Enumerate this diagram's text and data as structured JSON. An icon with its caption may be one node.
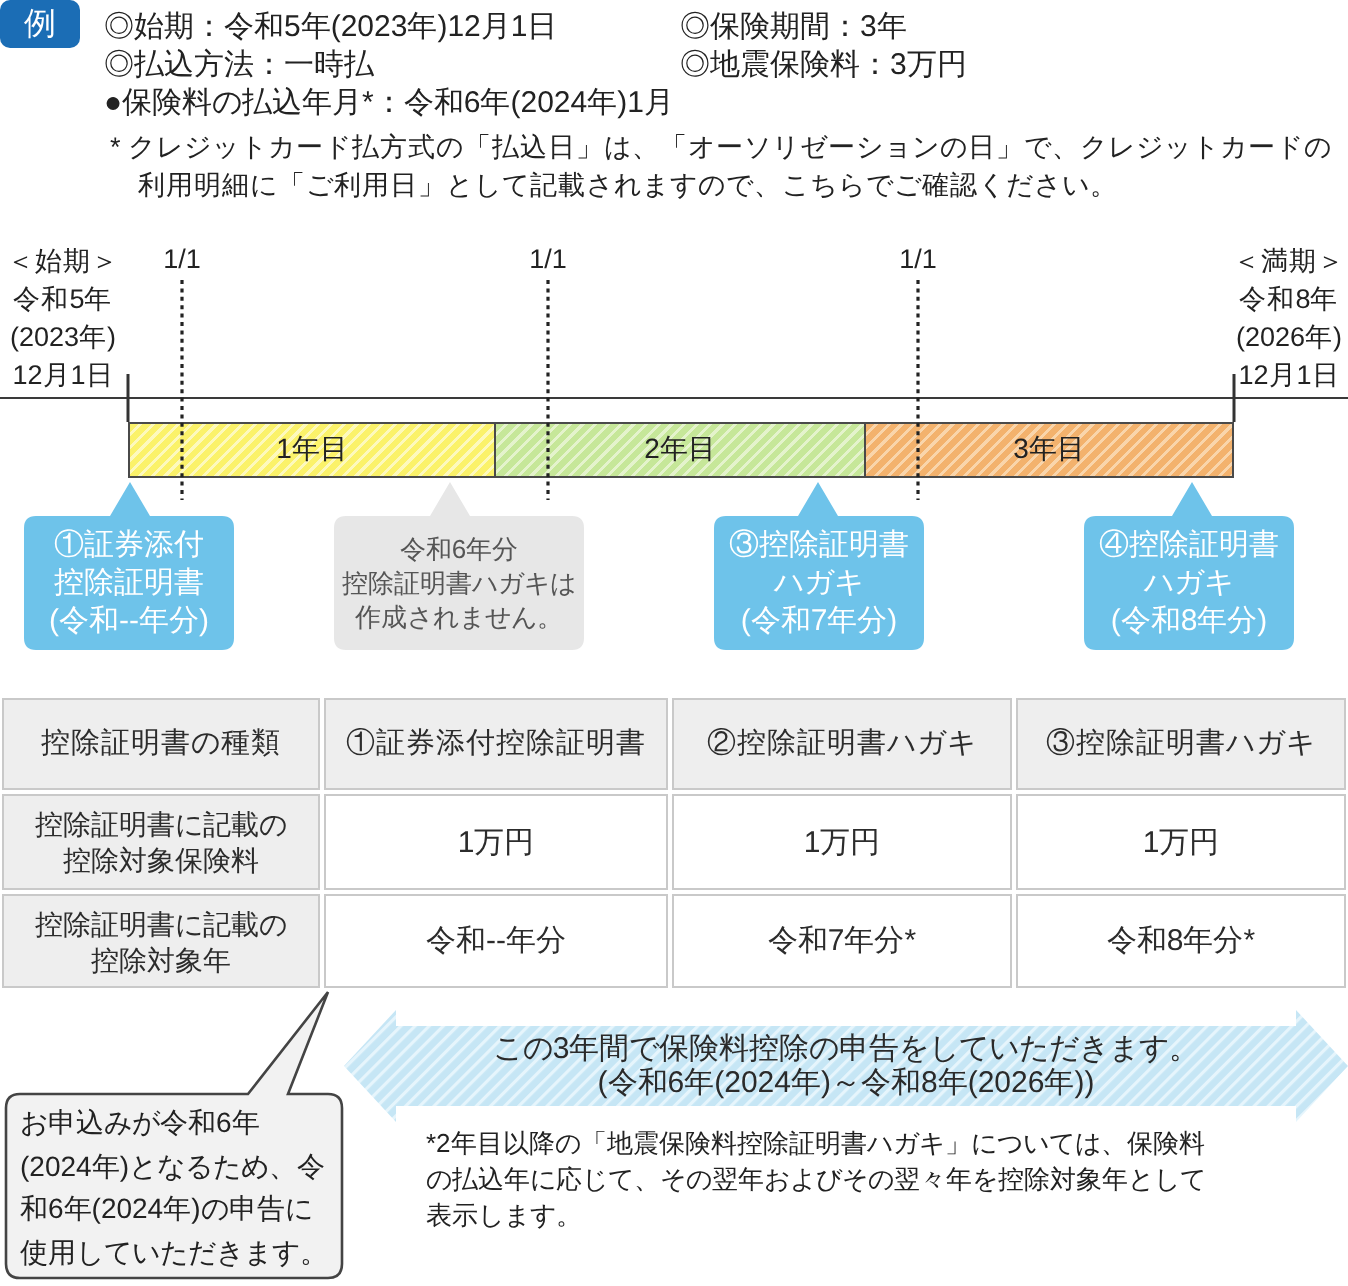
{
  "diagram": {
    "nodes": [
      {
        "text": [
          "例"
        ]
      },
      {
        "text": [
          "1年目"
        ]
      },
      {
        "text": [
          "2年目"
        ]
      },
      {
        "text": [
          "3年目"
        ]
      },
      {
        "text": [
          "①証券添付控除証明書",
          "(令和--年分)"
        ]
      },
      {
        "text": [
          "令和6年分",
          "控除証明書ハガキは作成されません。"
        ]
      },
      {
        "text": [
          "③控除証明書ハガキ",
          "(令和7年分)"
        ]
      },
      {
        "text": [
          "④控除証明書ハガキ",
          "(令和8年分)"
        ]
      },
      {
        "text": [
          "この3年間で保険料控除の申告をしていただきます。",
          "(令和6年(2024年)～令和8年(2026年))"
        ]
      },
      {
        "text": [
          "お申込みが令和6年(2024年)となるため、令和6年(2024年)の申告に使用していただきます。"
        ]
      }
    ],
    "labels": [
      "◎始期：令和5年(2023年)12月1日",
      "◎保険期間：3年",
      "◎払込方法：一時払",
      "◎地震保険料：3万円",
      "●保険料の払込年月*：令和6年(2024年)1月",
      "* クレジットカード払方式の「払込日」は、「オーソリゼーションの日」で、クレジットカードの利用明細に「ご利用日」として記載されますので、こちらでご確認ください。",
      "＜始期＞令和5年(2023年)12月1日",
      "1/1",
      "1/1",
      "1/1",
      "＜満期＞令和8年(2026年)12月1日",
      "控除証明書の種類",
      "①証券添付控除証明書",
      "②控除証明書ハガキ",
      "③控除証明書ハガキ",
      "控除証明書に記載の控除対象保険料",
      "1万円",
      "1万円",
      "1万円",
      "控除証明書に記載の控除対象年",
      "令和--年分",
      "令和7年分*",
      "令和8年分*",
      "*2年目以降の「地震保険料控除証明書ハガキ」については、保険料の払込年に応じて、その翌年およびその翌々年を控除対象年として表示します。"
    ]
  }
}
